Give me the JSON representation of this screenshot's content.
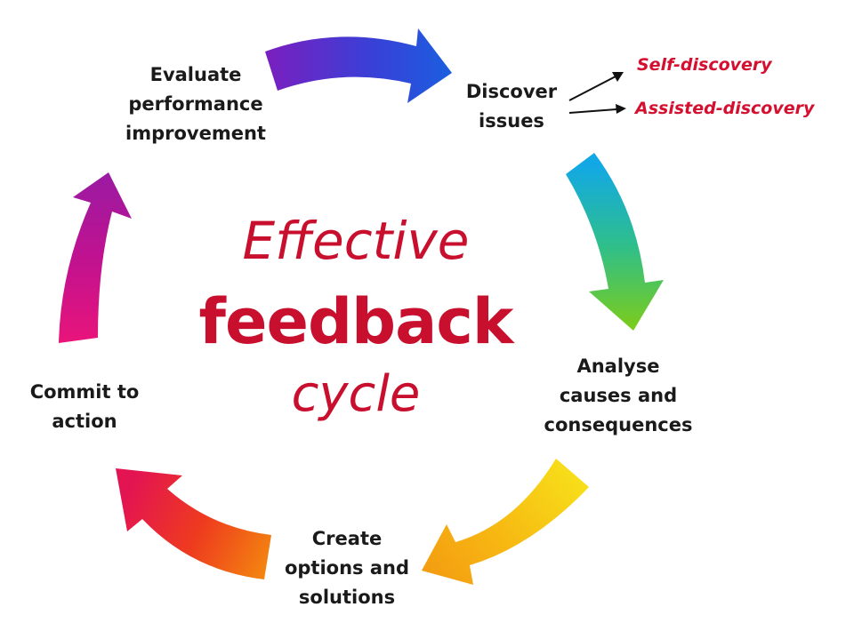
{
  "diagram": {
    "center_title": {
      "line1": "Effective",
      "line2": "feedback",
      "line3": "cycle"
    },
    "stages": [
      {
        "id": "evaluate",
        "lines": [
          "Evaluate",
          "performance",
          "improvement"
        ]
      },
      {
        "id": "discover",
        "lines": [
          "Discover",
          "issues"
        ]
      },
      {
        "id": "analyse",
        "lines": [
          "Analyse",
          "causes and",
          "consequences"
        ]
      },
      {
        "id": "create",
        "lines": [
          "Create",
          "options and",
          "solutions"
        ]
      },
      {
        "id": "commit",
        "lines": [
          "Commit to",
          "action"
        ]
      }
    ],
    "discovery_branches": [
      "Self-discovery",
      "Assisted-discovery"
    ],
    "colors": {
      "title": "#c8102e",
      "branch_text": "#d40f2f",
      "stage_text": "#1a1a1a",
      "pointer_lines": "#111111",
      "arrow_evaluate_to_discover": [
        "#7a1fbf",
        "#3a3fd6",
        "#1a5fe0"
      ],
      "arrow_discover_to_analyse": [
        "#12a8e6",
        "#2fbf8a",
        "#7ccc1a"
      ],
      "arrow_analyse_to_create": [
        "#f7e21a",
        "#f7b812",
        "#f39a11"
      ],
      "arrow_create_to_commit": [
        "#f4880f",
        "#ee3b1e",
        "#e31452"
      ],
      "arrow_commit_to_evaluate": [
        "#e8147a",
        "#c01290",
        "#9a1aa2"
      ]
    }
  }
}
